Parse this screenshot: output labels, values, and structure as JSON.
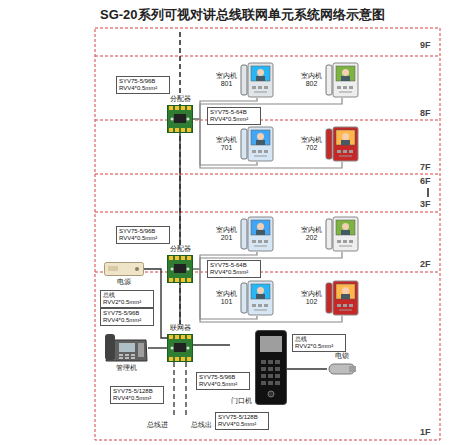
{
  "diagram": {
    "title": "SG-20系列可视对讲总线联网单元系统网络示意图",
    "nodes": [
      {
        "text": [
          "分配器"
        ]
      },
      {
        "text": [
          "室内机",
          "801"
        ]
      },
      {
        "text": [
          "室内机",
          "802"
        ]
      },
      {
        "text": [
          "室内机",
          "701"
        ]
      },
      {
        "text": [
          "室内机",
          "702"
        ]
      },
      {
        "text": [
          "分配器"
        ]
      },
      {
        "text": [
          "室内机",
          "201"
        ]
      },
      {
        "text": [
          "室内机",
          "202"
        ]
      },
      {
        "text": [
          "电源"
        ]
      },
      {
        "text": [
          "室内机",
          "101"
        ]
      },
      {
        "text": [
          "室内机",
          "102"
        ]
      },
      {
        "text": [
          "联网器"
        ]
      },
      {
        "text": [
          "管理机"
        ]
      },
      {
        "text": [
          "门口机"
        ]
      },
      {
        "text": [
          "电锁"
        ]
      }
    ],
    "edges": [
      {
        "from": 0,
        "to": 1,
        "arrow": "none"
      },
      {
        "from": 0,
        "to": 2,
        "arrow": "none"
      },
      {
        "from": 0,
        "to": 3,
        "arrow": "none"
      },
      {
        "from": 0,
        "to": 4,
        "arrow": "none"
      },
      {
        "from": 5,
        "to": 6,
        "arrow": "none"
      },
      {
        "from": 5,
        "to": 7,
        "arrow": "none"
      },
      {
        "from": 5,
        "to": 9,
        "arrow": "none"
      },
      {
        "from": 5,
        "to": 10,
        "arrow": "none"
      },
      {
        "from": 5,
        "to": 0,
        "arrow": "none"
      },
      {
        "from": 8,
        "to": 11,
        "arrow": "none"
      },
      {
        "from": 11,
        "to": 5,
        "arrow": "none"
      },
      {
        "from": 12,
        "to": 11,
        "arrow": "none"
      },
      {
        "from": 13,
        "to": 11,
        "arrow": "none"
      },
      {
        "from": 13,
        "to": 14,
        "arrow": "none"
      }
    ],
    "labels": [
      "9F",
      "SYV75-5/96B RVV4*0.5mm²",
      "SYV75-5-64B RVV4*0.5mm²",
      "8F",
      "7F",
      "6F",
      "3F",
      "SYV75-5/96B RVV4*0.5mm²",
      "SYV75-5-64B RVV4*0.5mm²",
      "2F",
      "总线 RVV2*0.5mm²",
      "SYV75-5/96B RVV4*0.5mm²",
      "总线 RVV2*0.5mm²",
      "SYV75-5/96B RVV4*0.5mm²",
      "SYV75-5/128B RVV4*0.5mm²",
      "总线进",
      "总线出",
      "SYV75-5/128B RVV4*0.5mm²",
      "1F"
    ]
  }
}
